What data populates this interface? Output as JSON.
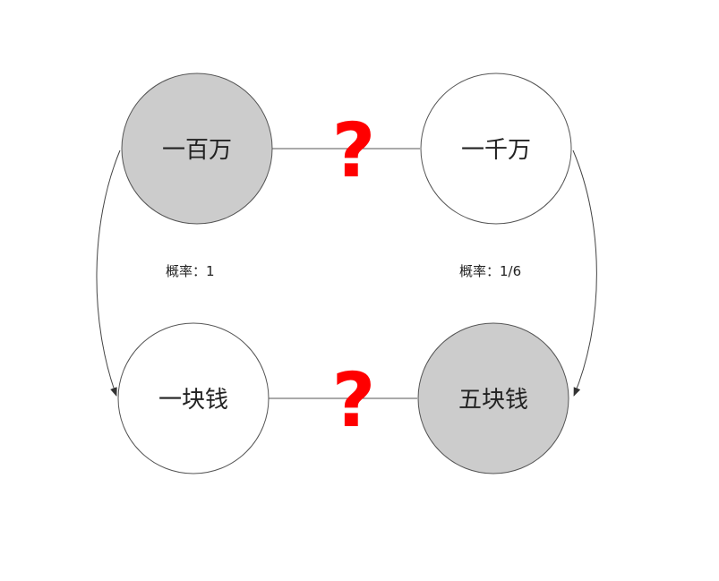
{
  "nodes": {
    "top_left": {
      "label": "一百万",
      "fill": "#cccccc"
    },
    "top_right": {
      "label": "一千万",
      "fill": "#ffffff"
    },
    "bottom_left": {
      "label": "一块钱",
      "fill": "#ffffff"
    },
    "bottom_right": {
      "label": "五块钱",
      "fill": "#cccccc"
    }
  },
  "edges": {
    "left_probability": "概率：1",
    "right_probability": "概率：1/6",
    "top_question": "?",
    "bottom_question": "?"
  },
  "colors": {
    "stroke": "#555555",
    "question": "#ff0000"
  }
}
